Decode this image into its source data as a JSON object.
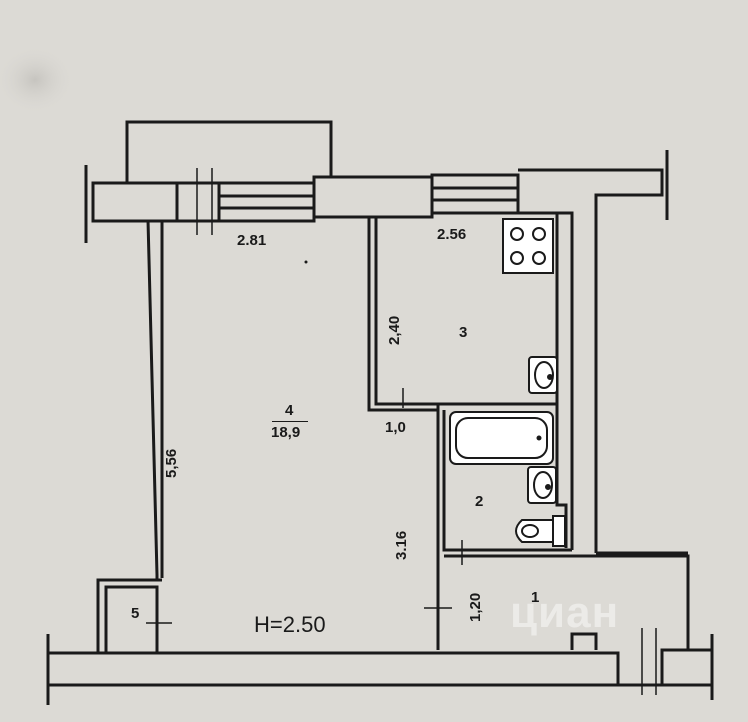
{
  "rooms": [
    {
      "number": "1",
      "area": ""
    },
    {
      "number": "2",
      "area": ""
    },
    {
      "number": "3",
      "area": ""
    },
    {
      "number": "4",
      "area": "18,9"
    },
    {
      "number": "5",
      "area": ""
    }
  ],
  "dimensions": {
    "living_width": "2.81",
    "kitchen_width": "2.56",
    "kitchen_depth": "2,40",
    "living_depth": "5,56",
    "opening": "1,0",
    "bath_depth": "3.16",
    "hall_depth": "1,20"
  },
  "ceiling_height": "H=2.50",
  "watermark": "циан",
  "colors": {
    "paper": "#dcdad5",
    "wall": "#1a1a1a",
    "fixture": "#ffffff"
  }
}
